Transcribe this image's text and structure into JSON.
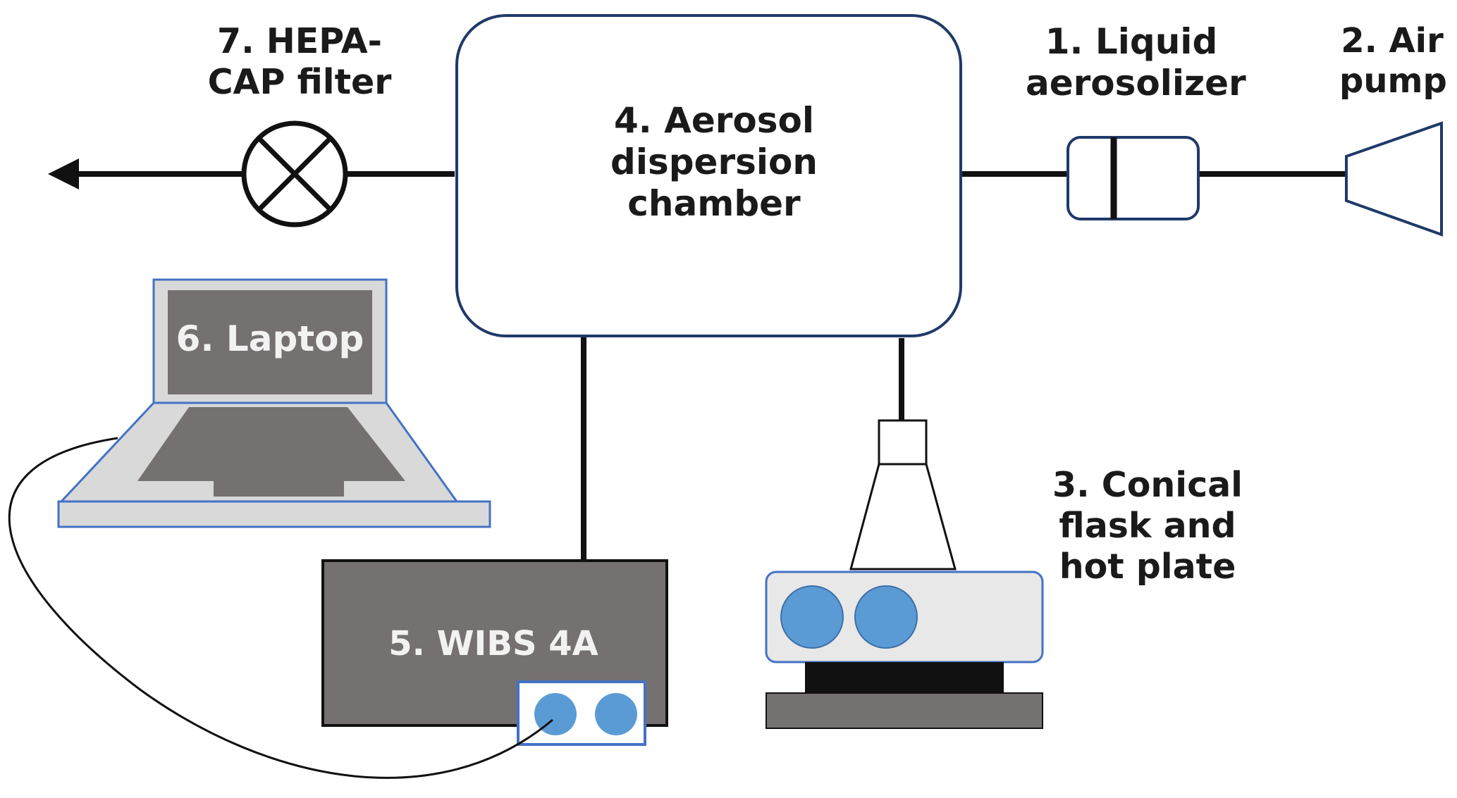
{
  "labels": {
    "filter": [
      "7. HEPA-",
      "CAP filter"
    ],
    "chamber": [
      "4. Aerosol",
      "dispersion",
      "chamber"
    ],
    "aerosolizer": [
      "1. Liquid",
      "aerosolizer"
    ],
    "pump": [
      "2. Air",
      "pump"
    ],
    "laptop": "6. Laptop",
    "wibs": "5. WIBS 4A",
    "flask": [
      "3. Conical",
      "flask and",
      "hot plate"
    ]
  },
  "colors": {
    "line": "#111111",
    "chamber_border": "#1f3a68",
    "device_blue": "#5b9bd5",
    "device_blue_border": "#3d6fa8",
    "dark_gray": "#767171",
    "light_gray": "#d9d9d9",
    "panel_border": "#4472c4",
    "hot_plate": "#e8e8e8",
    "base_dark": "#111111",
    "base_gray": "#767171"
  }
}
